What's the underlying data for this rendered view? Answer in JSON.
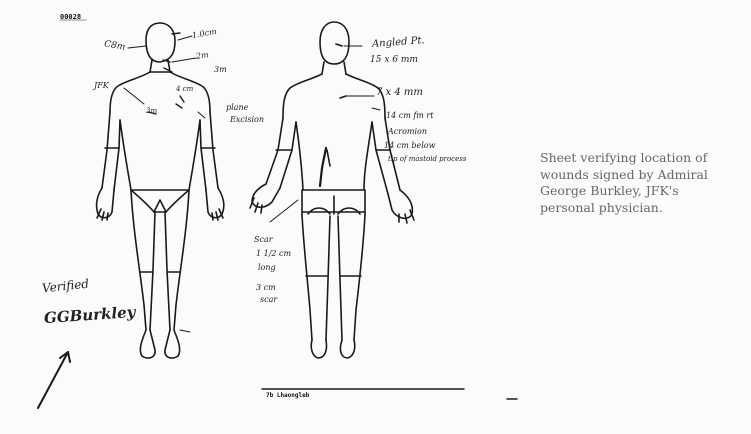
{
  "document": {
    "stamp_top": "00028",
    "stamp_bottom": "7b Lhaongleb",
    "caption": "Sheet verifying location of wounds signed by Admiral George Burkley, JFK's personal physician."
  },
  "annotations": {
    "front": {
      "a1": "C8m",
      "a2": "1.0cm",
      "a3": "2m",
      "a4": "3m",
      "a5": "JFK",
      "a6": "3m",
      "a7": "4 cm",
      "a8": "plane",
      "a9": "Excision"
    },
    "back": {
      "b1": "Angled Pt.",
      "b2": "15 x 6 mm",
      "b3": "7 x 4 mm",
      "b4": "14 cm fm rt",
      "b5": "Acromion",
      "b6": "14 cm below",
      "b7": "tip of mastoid process",
      "b8": "Scar",
      "b9": "1 1/2 cm",
      "b10": "long",
      "b11": "3 cm",
      "b12": "scar"
    },
    "verified": "Verified",
    "signature": "GGBurkley"
  }
}
